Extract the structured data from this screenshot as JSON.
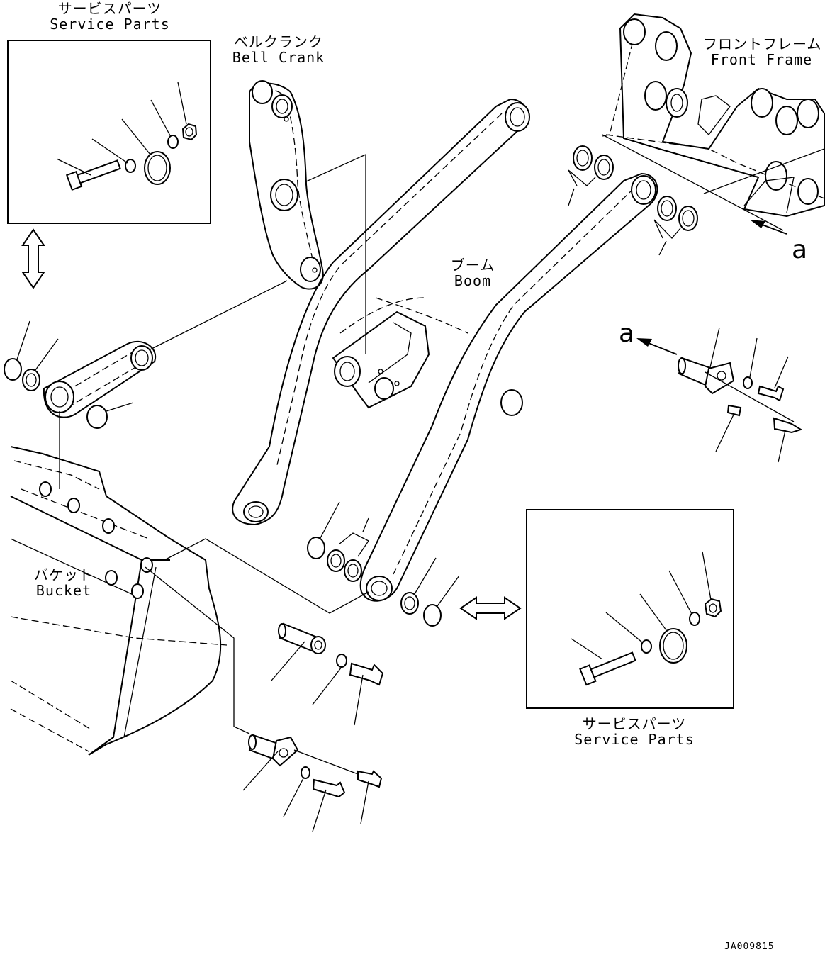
{
  "labels": {
    "service_parts_top_jp": "サービスパーツ",
    "service_parts_top_en": "Service Parts",
    "bell_crank_jp": "ベルクランク",
    "bell_crank_en": "Bell Crank",
    "front_frame_jp": "フロントフレーム",
    "front_frame_en": "Front Frame",
    "boom_jp": "ブーム",
    "boom_en": "Boom",
    "bucket_jp": "バケット",
    "bucket_en": "Bucket",
    "service_parts_bottom_jp": "サービスパーツ",
    "service_parts_bottom_en": "Service Parts",
    "arrow_letter_top": "a",
    "arrow_letter_right": "a",
    "drawing_code": "JA009815"
  }
}
